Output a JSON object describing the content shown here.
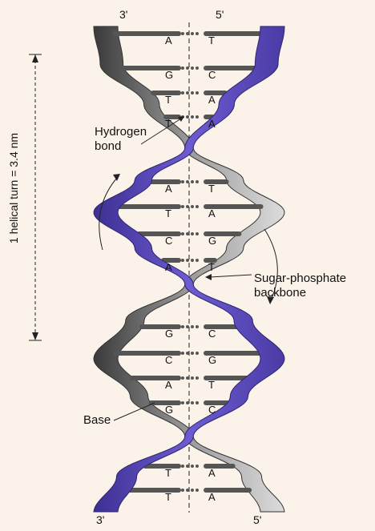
{
  "strand_ends": {
    "top_left": "3'",
    "top_right": "5'",
    "bottom_left": "3'",
    "bottom_right": "5'"
  },
  "annotations": {
    "hydrogen_bond": [
      "Hydrogen",
      "bond"
    ],
    "sugar_phosphate": [
      "Sugar-phosphate",
      "backbone"
    ],
    "base": "Base",
    "helical_turn": "1 helical turn = 3.4 nm"
  },
  "base_pairs": [
    {
      "left": "A",
      "right": "T"
    },
    {
      "left": "G",
      "right": "C"
    },
    {
      "left": "T",
      "right": "A"
    },
    {
      "left": "T",
      "right": "A"
    },
    {
      "left": "A",
      "right": "T"
    },
    {
      "left": "T",
      "right": "A"
    },
    {
      "left": "C",
      "right": "G"
    },
    {
      "left": "A",
      "right": "T"
    },
    {
      "left": "G",
      "right": "C"
    },
    {
      "left": "C",
      "right": "G"
    },
    {
      "left": "A",
      "right": "T"
    },
    {
      "left": "G",
      "right": "C"
    },
    {
      "left": "T",
      "right": "A"
    },
    {
      "left": "T",
      "right": "A"
    }
  ],
  "colors": {
    "purple_strand": "#5a4bb2",
    "gray_strand": "#8d8d8d",
    "base_bar": "#4a4a4a",
    "background": "#fbf3e9"
  }
}
